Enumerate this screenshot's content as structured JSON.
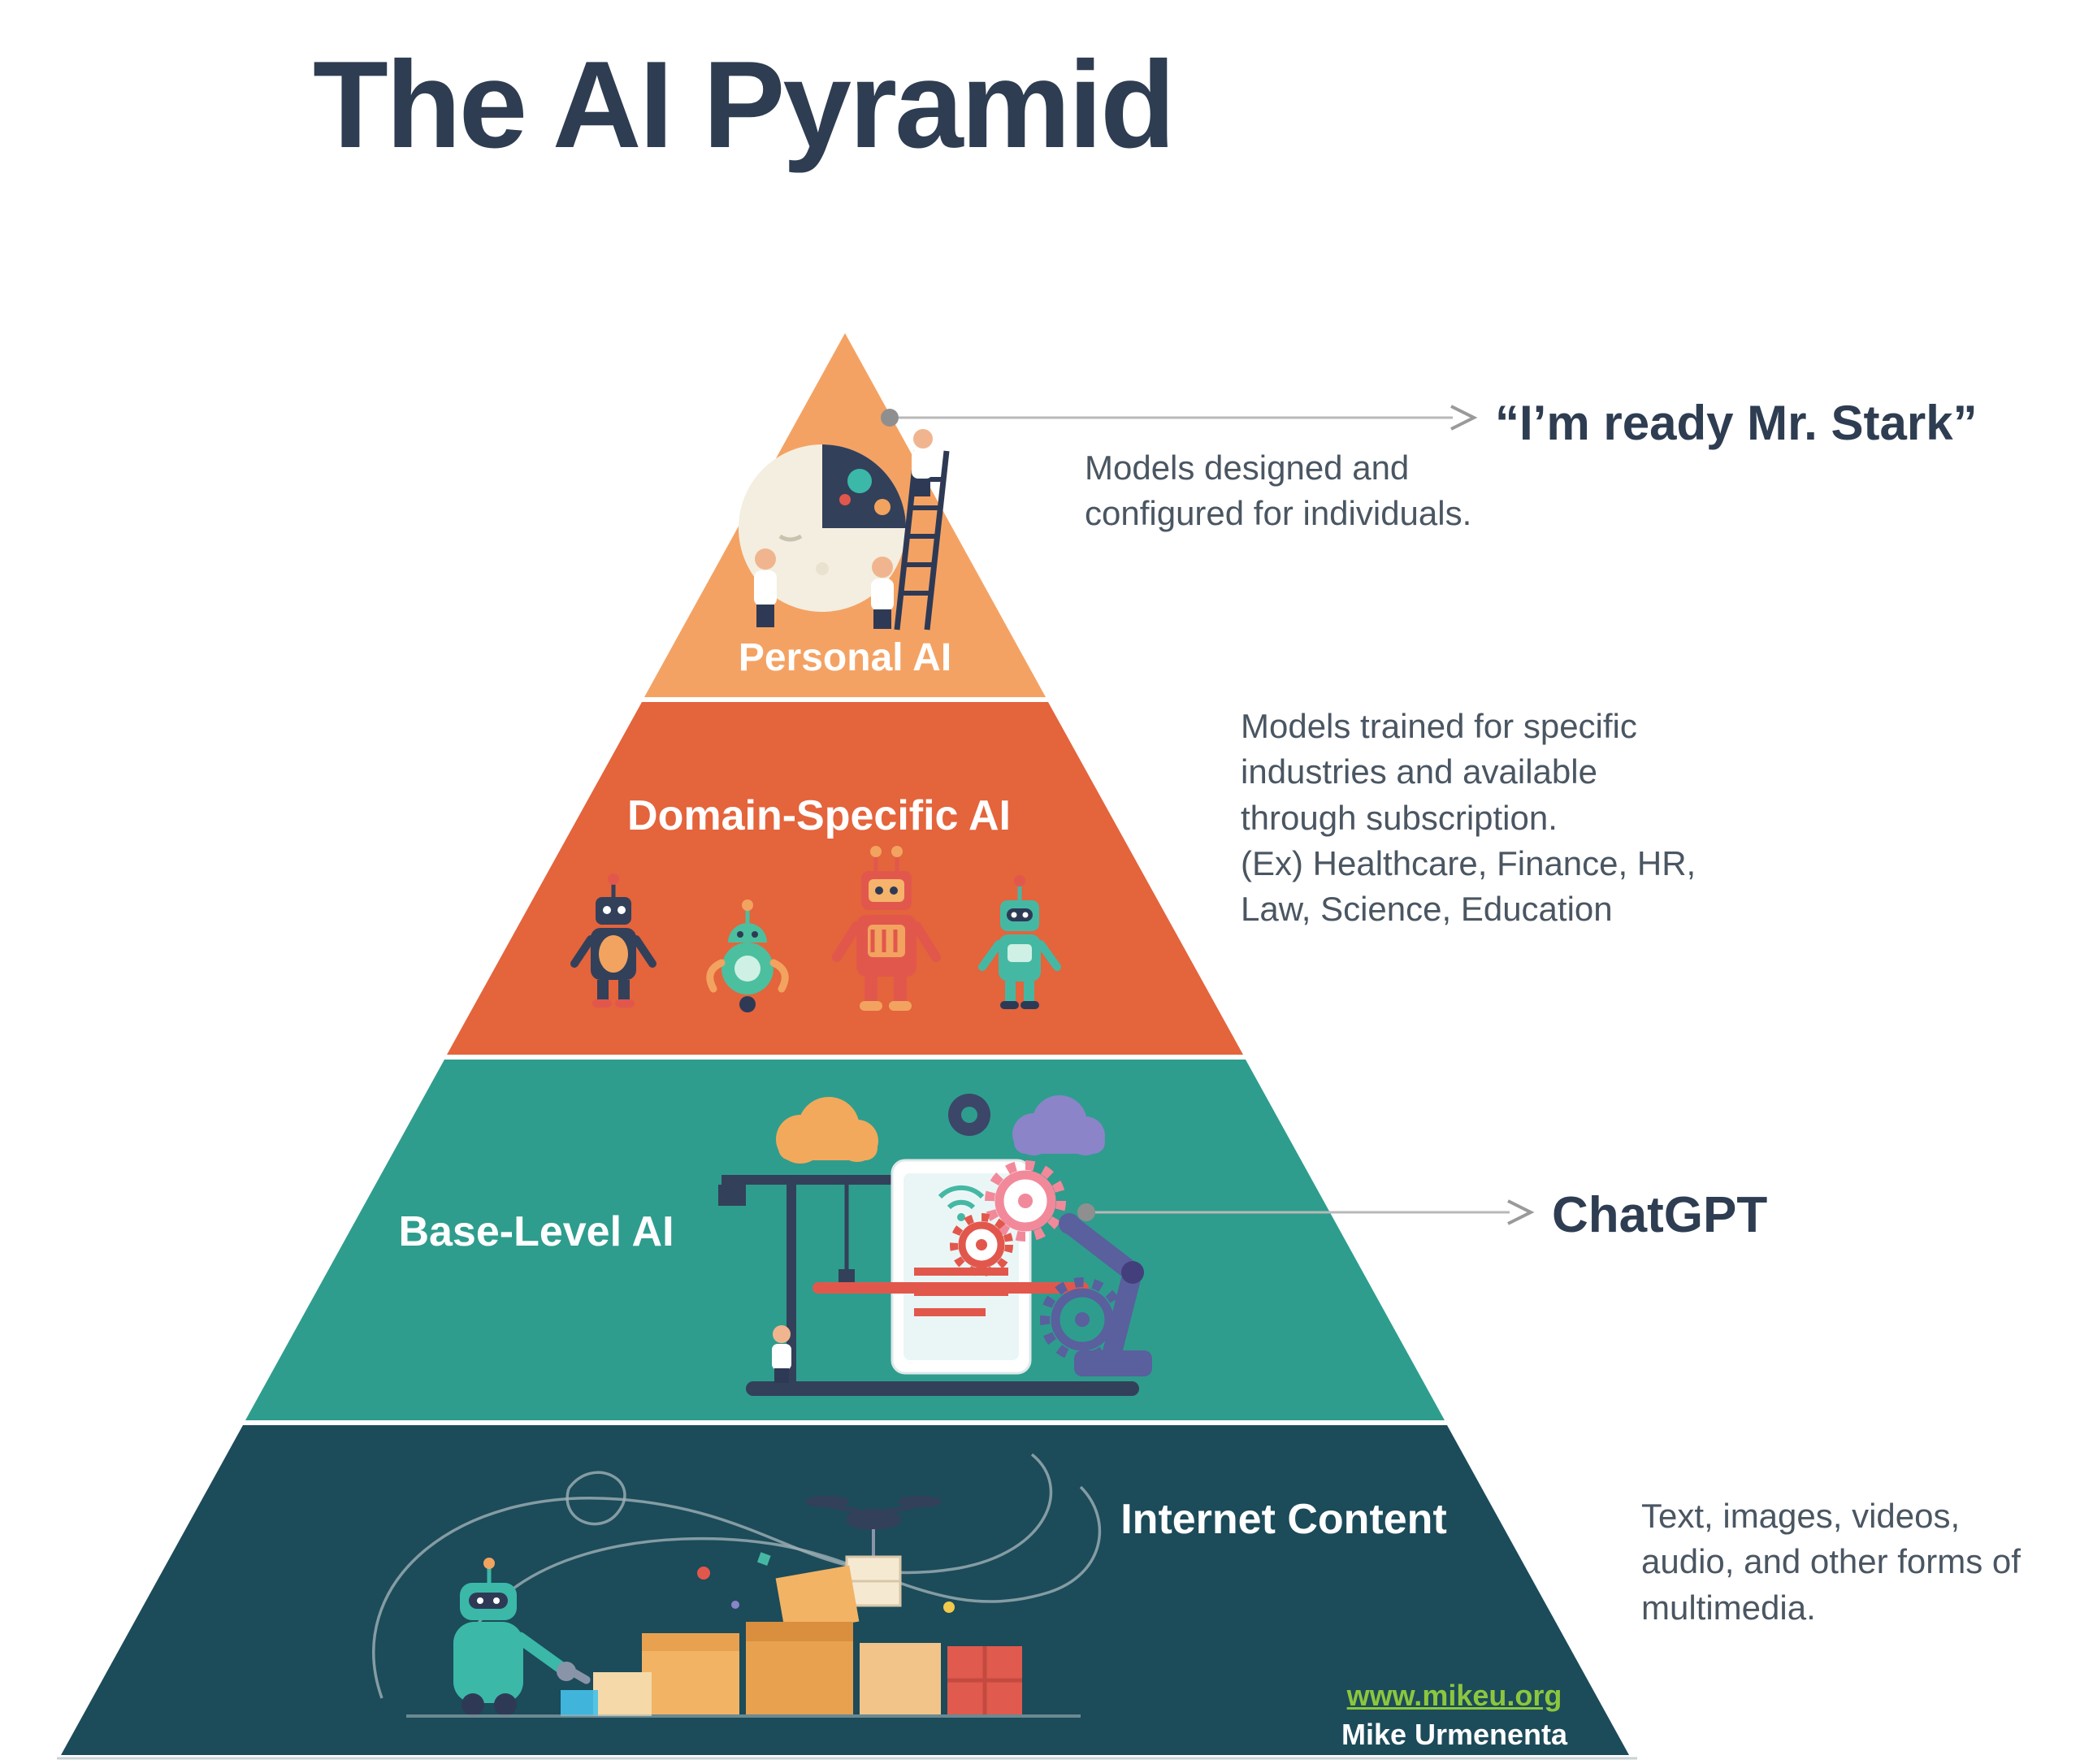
{
  "title": "The AI Pyramid",
  "pyramid": {
    "levels": [
      {
        "label": "Personal AI",
        "color": "#F4A263"
      },
      {
        "label": "Domain-Specific AI",
        "color": "#E4643C"
      },
      {
        "label": "Base-Level AI",
        "color": "#2E9D8D"
      },
      {
        "label": "Internet Content",
        "color": "#1C4B5A"
      }
    ]
  },
  "annotations": {
    "personal_quote": "“I’m ready Mr. Stark”",
    "personal_desc": "Models designed and configured for individuals.",
    "domain_desc_1": "Models trained for specific industries and available through subscription.",
    "domain_desc_2": "(Ex) Healthcare, Finance, HR, Law, Science, Education",
    "base_callout": "ChatGPT",
    "internet_desc": "Text, images, videos, audio, and other forms of multimedia."
  },
  "footer": {
    "url": "www.mikeu.org",
    "author": "Mike Urmenenta"
  },
  "colors": {
    "title_text": "#2E3D51",
    "body_text": "#4A5662",
    "connector_gray": "#B3B3B3",
    "link_green": "#8CC63E"
  },
  "illustrations": {
    "level1_icon": "ai-head-under-construction-icon",
    "level2_icon": "robots-row-icon",
    "level3_icon": "crane-tablet-gears-icon",
    "level4_icon": "boxes-drone-robot-icon"
  }
}
